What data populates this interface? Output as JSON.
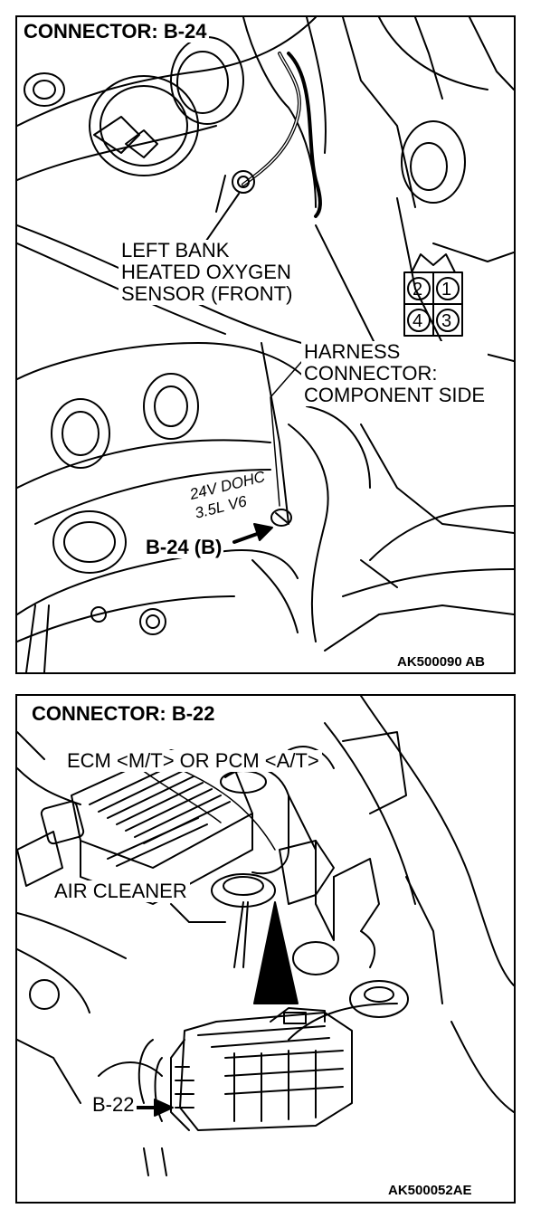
{
  "panel1": {
    "title": "CONNECTOR: B-24",
    "sensor_label_lines": [
      "LEFT BANK",
      "HEATED OXYGEN",
      "SENSOR (FRONT)"
    ],
    "harness_label_lines": [
      "HARNESS",
      "CONNECTOR:",
      "COMPONENT SIDE"
    ],
    "connector_pins": [
      "2",
      "1",
      "4",
      "3"
    ],
    "engine_marking_1": "24V DOHC",
    "engine_marking_2": "3.5L V6",
    "callout": "B-24 (B)",
    "ref_code": "AK500090 AB"
  },
  "panel2": {
    "title": "CONNECTOR: B-22",
    "ecm_label": "ECM <M/T> OR PCM <A/T>",
    "air_cleaner_label": "AIR CLEANER",
    "callout": "B-22",
    "ref_code": "AK500052AE"
  }
}
